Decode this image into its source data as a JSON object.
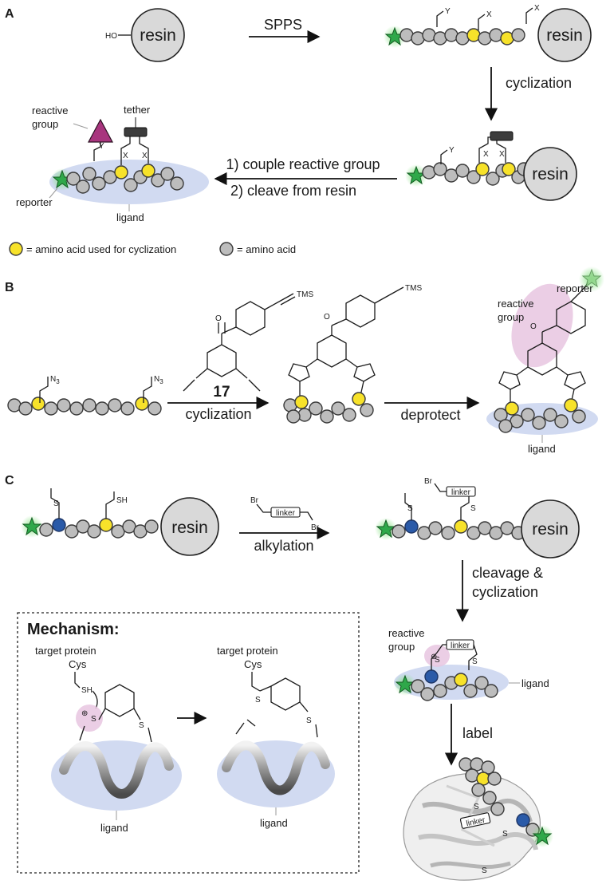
{
  "panels": {
    "a": {
      "letter": "A",
      "resin": "resin",
      "ho": "HO",
      "sspps": "SPPS",
      "cyclization": "cyclization",
      "step1": "1) couple reactive group",
      "step2": "2) cleave from resin",
      "reactive_group_1": "reactive",
      "reactive_group_2": "group",
      "tether": "tether",
      "reporter": "reporter",
      "ligand": "ligand",
      "x": "X",
      "y": "Y",
      "legend_yellow": "= amino acid used for cyclization",
      "legend_gray": "= amino acid"
    },
    "b": {
      "letter": "B",
      "n3": "N",
      "n3_sub": "3",
      "tms": "TMS",
      "compound": "17",
      "cyclization": "cyclization",
      "deprotect": "deprotect",
      "reporter": "reporter",
      "reactive_group_1": "reactive",
      "reactive_group_2": "group",
      "ligand": "ligand",
      "n": "N"
    },
    "c": {
      "letter": "C",
      "resin": "resin",
      "sh": "SH",
      "s": "S",
      "br": "Br",
      "linker": "linker",
      "alkylation": "alkylation",
      "cleavage_1": "cleavage &",
      "cleavage_2": "cyclization",
      "reactive_group_1": "reactive",
      "reactive_group_2": "group",
      "ligand": "ligand",
      "label": "label",
      "mechanism_title": "Mechanism:",
      "target_protein": "target protein",
      "cys": "Cys",
      "mech_ligand": "ligand"
    }
  },
  "colors": {
    "bead_gray": "#bdbdbd",
    "bead_yellow": "#f7e22a",
    "bead_blue": "#2a5aa8",
    "ligand_blue": "#c9d3ee",
    "reactive_pink": "#e8c6e0",
    "reporter_green": "#2fa84a",
    "reactive_triangle": "#a8357e"
  }
}
